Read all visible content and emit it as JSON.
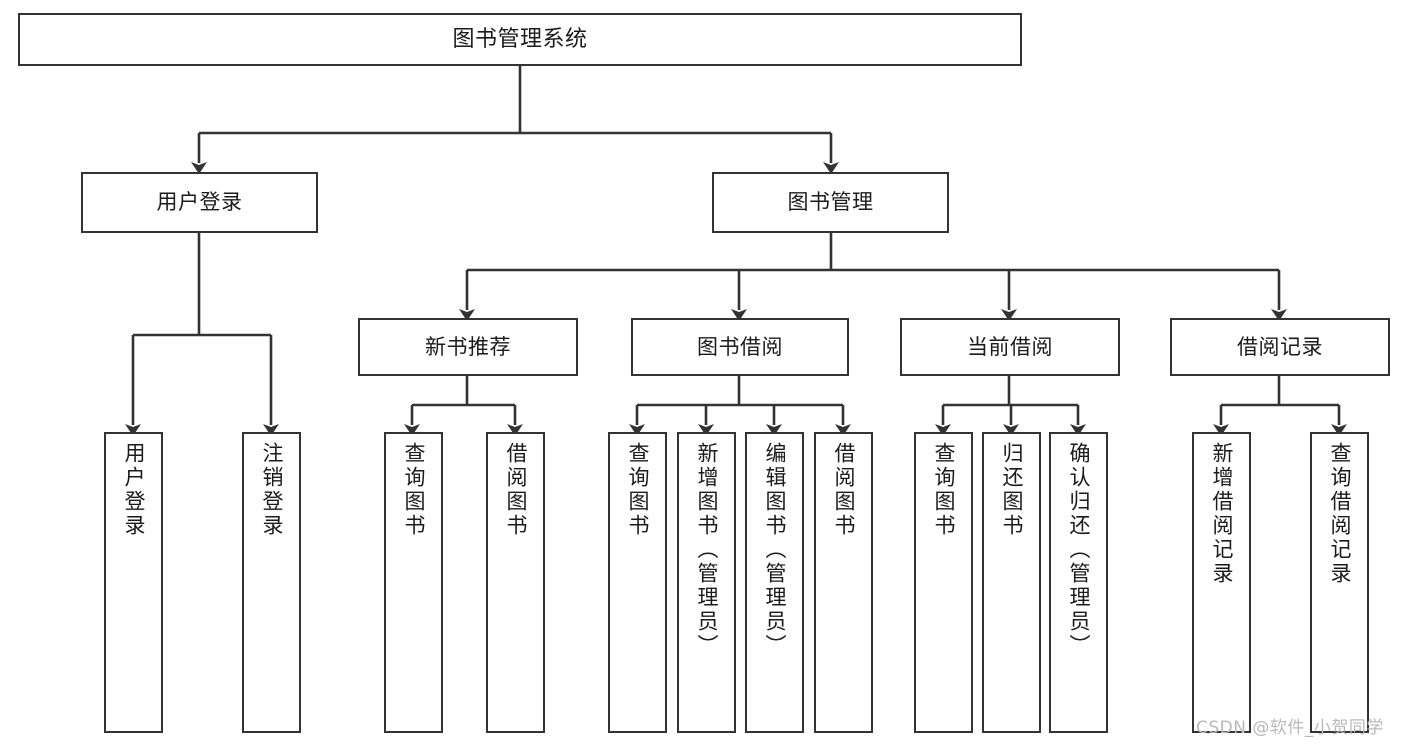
{
  "diagram": {
    "title": "图书管理系统",
    "type": "hierarchy-tree",
    "background_color": "#ffffff",
    "line_color": "#333333",
    "text_color": "#1b1b1b",
    "root": {
      "label": "图书管理系统"
    },
    "level1": [
      {
        "label": "用户登录"
      },
      {
        "label": "图书管理"
      }
    ],
    "level2": [
      {
        "label": "新书推荐"
      },
      {
        "label": "图书借阅"
      },
      {
        "label": "当前借阅"
      },
      {
        "label": "借阅记录"
      }
    ],
    "leaves": {
      "user_login": [
        {
          "label": "用户登录"
        },
        {
          "label": "注销登录"
        }
      ],
      "new_book_recommend": [
        {
          "label": "查询图书"
        },
        {
          "label": "借阅图书"
        }
      ],
      "book_borrow": [
        {
          "label": "查询图书"
        },
        {
          "label": "新增图书（管理员）"
        },
        {
          "label": "编辑图书（管理员）"
        },
        {
          "label": "借阅图书"
        }
      ],
      "current_borrow": [
        {
          "label": "查询图书"
        },
        {
          "label": "归还图书"
        },
        {
          "label": "确认归还（管理员）"
        }
      ],
      "borrow_record": [
        {
          "label": "新增借阅记录"
        },
        {
          "label": "查询借阅记录"
        }
      ]
    }
  },
  "watermark": {
    "text": "CSDN @软件_小贺同学"
  }
}
